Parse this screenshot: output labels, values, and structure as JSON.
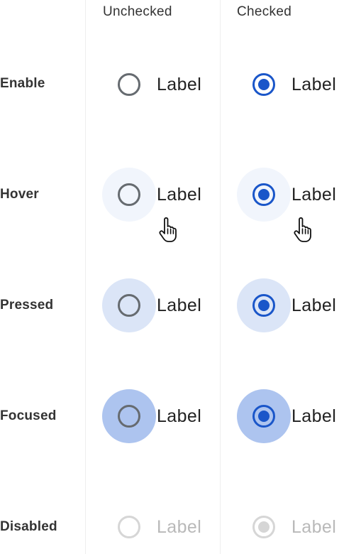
{
  "columns": {
    "unchecked": "Unchecked",
    "checked": "Checked"
  },
  "rows": [
    {
      "state": "Enable"
    },
    {
      "state": "Hover"
    },
    {
      "state": "Pressed"
    },
    {
      "state": "Focused"
    },
    {
      "state": "Disabled"
    }
  ],
  "radio_label": "Label",
  "colors": {
    "selected": "#1a56c9",
    "unselected_border": "#666b70",
    "disabled": "#d6d6d6",
    "hover_layer": "#f1f5fc",
    "pressed_layer": "#dbe5f7",
    "focused_layer": "#adc4ef"
  }
}
